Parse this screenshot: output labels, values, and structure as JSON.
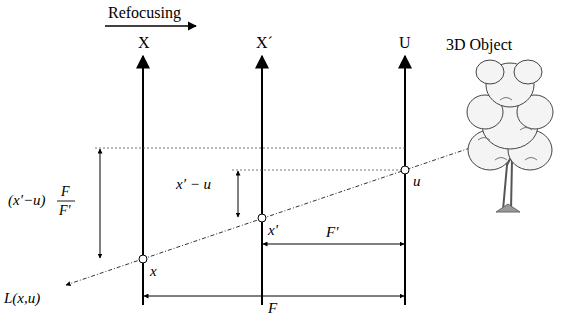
{
  "diagram": {
    "labels": [
      "Refocusing",
      "X",
      "X´",
      "U",
      "3D Object",
      "(x′−u)",
      "F",
      "F′",
      "x′ − u",
      "u",
      "x′",
      "x",
      "F′",
      "F",
      "L(x,u)"
    ]
  }
}
